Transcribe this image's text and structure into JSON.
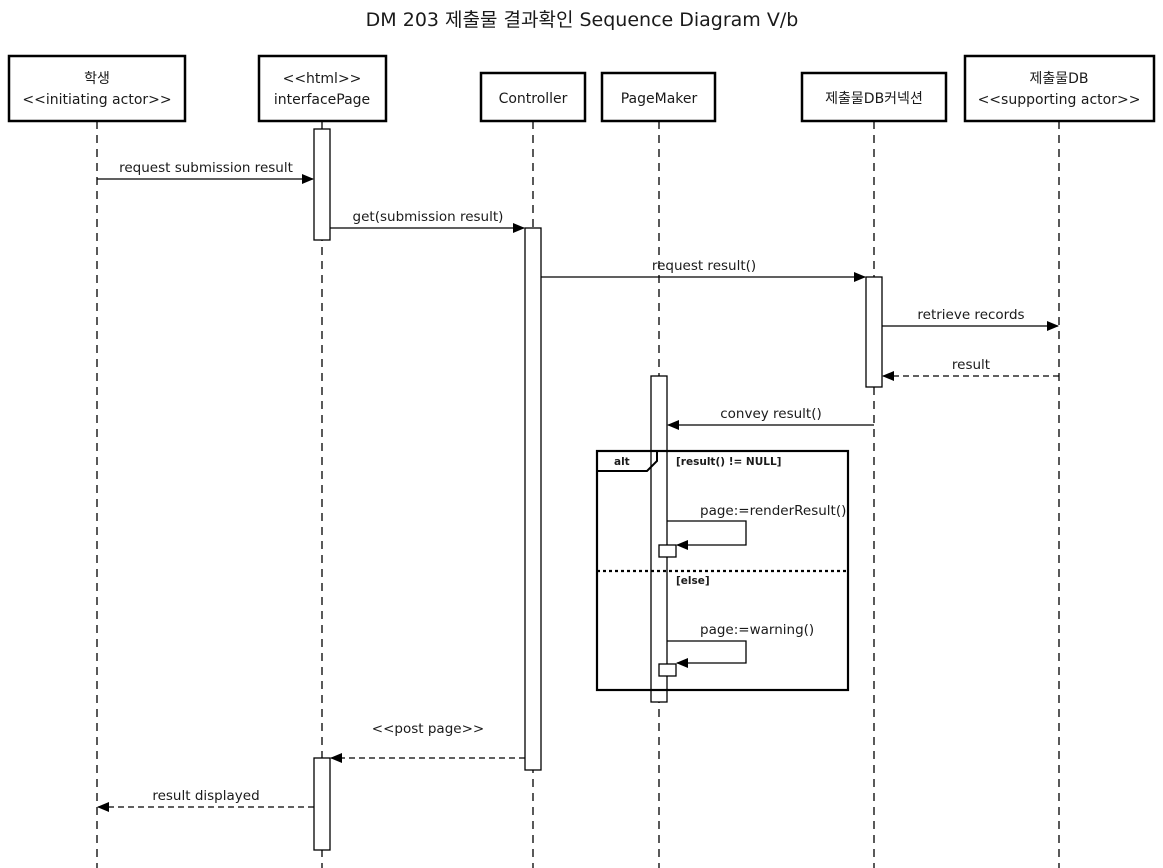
{
  "title": "DM 203 제출물 결과확인 Sequence Diagram V/b",
  "participants": [
    {
      "id": "student",
      "line1": "학생",
      "line2": "<<initiating actor>>"
    },
    {
      "id": "interface",
      "line1": "<<html>>",
      "line2": "interfacePage"
    },
    {
      "id": "controller",
      "line1": "Controller",
      "line2": ""
    },
    {
      "id": "pagemaker",
      "line1": "PageMaker",
      "line2": ""
    },
    {
      "id": "dbconn",
      "line1": "제출물DB커넥션",
      "line2": ""
    },
    {
      "id": "db",
      "line1": "제출물DB",
      "line2": "<<supporting actor>>"
    }
  ],
  "messages": [
    {
      "id": "m1",
      "label": "request submission result",
      "from": "student",
      "to": "interface",
      "style": "solid"
    },
    {
      "id": "m2",
      "label": "get(submission result)",
      "from": "interface",
      "to": "controller",
      "style": "solid"
    },
    {
      "id": "m3",
      "label": "request result()",
      "from": "controller",
      "to": "dbconn",
      "style": "solid"
    },
    {
      "id": "m4",
      "label": "retrieve records",
      "from": "dbconn",
      "to": "db",
      "style": "solid"
    },
    {
      "id": "m5",
      "label": "result",
      "from": "db",
      "to": "dbconn",
      "style": "dashed"
    },
    {
      "id": "m6",
      "label": "convey result()",
      "from": "dbconn",
      "to": "pagemaker",
      "style": "solid"
    },
    {
      "id": "m7",
      "label": "page:=renderResult()",
      "from": "pagemaker",
      "to": "pagemaker",
      "style": "self"
    },
    {
      "id": "m8",
      "label": "page:=warning()",
      "from": "pagemaker",
      "to": "pagemaker",
      "style": "self"
    },
    {
      "id": "m9",
      "label": "<<post page>>",
      "from": "controller",
      "to": "interface",
      "style": "dashed"
    },
    {
      "id": "m10",
      "label": "result displayed",
      "from": "interface",
      "to": "student",
      "style": "dashed"
    }
  ],
  "fragment": {
    "keyword": "alt",
    "guard1": "[result() != NULL]",
    "guard2": "[else]"
  }
}
